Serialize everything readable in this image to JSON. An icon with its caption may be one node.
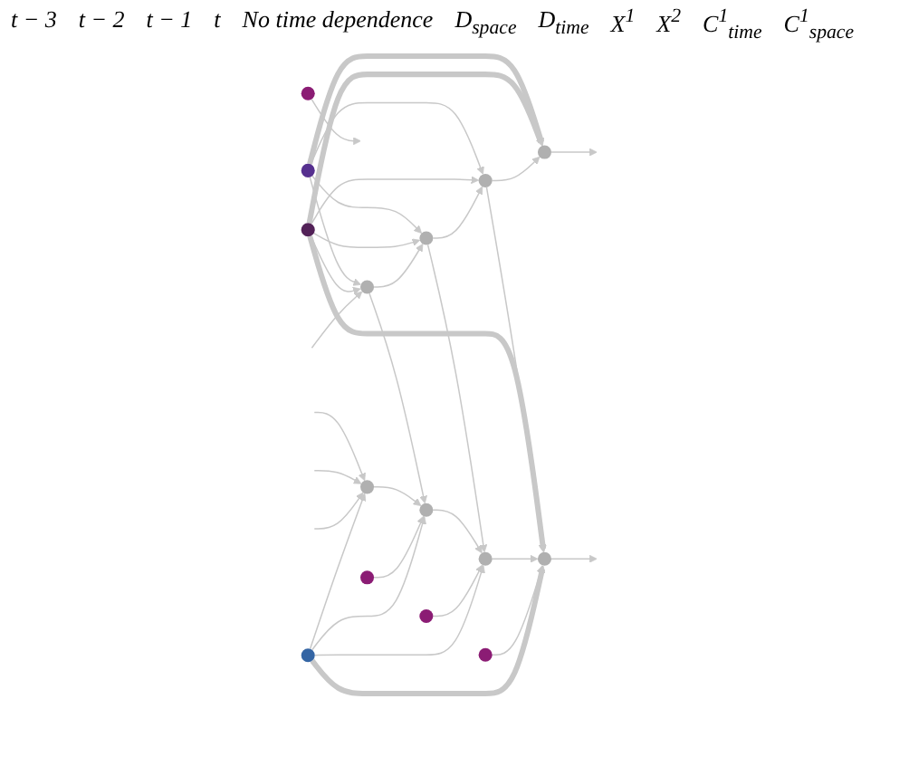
{
  "diagram": {
    "nodes": [
      {
        "text": [],
        "shape": "circle"
      },
      {
        "text": [],
        "shape": "circle"
      },
      {
        "text": [],
        "shape": "circle"
      },
      {
        "text": [],
        "shape": "circle"
      },
      {
        "text": [],
        "shape": "circle"
      },
      {
        "text": [],
        "shape": "circle"
      },
      {
        "text": [],
        "shape": "circle"
      },
      {
        "text": [],
        "shape": "circle"
      },
      {
        "text": [],
        "shape": "circle"
      },
      {
        "text": [],
        "shape": "circle"
      },
      {
        "text": [],
        "shape": "circle"
      },
      {
        "text": [],
        "shape": "circle"
      },
      {
        "text": [],
        "shape": "circle"
      },
      {
        "text": [],
        "shape": "circle"
      },
      {
        "text": [],
        "shape": "circle"
      }
    ],
    "edges": [
      {
        "from": 0,
        "to": 2,
        "arrow": "to"
      },
      {
        "from": 0,
        "to": 3,
        "arrow": "to"
      },
      {
        "from": 0,
        "to": 4,
        "arrow": "to"
      },
      {
        "from": 0,
        "to": 5,
        "arrow": "to",
        "style": "thick"
      },
      {
        "from": 1,
        "to": 2,
        "arrow": "to"
      },
      {
        "from": 1,
        "to": 3,
        "arrow": "to"
      },
      {
        "from": 1,
        "to": 4,
        "arrow": "to"
      },
      {
        "from": 1,
        "to": 5,
        "arrow": "to",
        "style": "thick"
      },
      {
        "from": 1,
        "to": 9,
        "arrow": "to",
        "style": "thick"
      },
      {
        "from": null,
        "to": 2,
        "arrow": "to"
      },
      {
        "from": 2,
        "to": 3,
        "arrow": "to"
      },
      {
        "from": 3,
        "to": 4,
        "arrow": "to"
      },
      {
        "from": 4,
        "to": 5,
        "arrow": "to"
      },
      {
        "from": 5,
        "to": null,
        "arrow": "to"
      },
      {
        "from": 2,
        "to": 7,
        "arrow": "to"
      },
      {
        "from": 3,
        "to": 8,
        "arrow": "to"
      },
      {
        "from": 4,
        "to": 9,
        "arrow": "to"
      },
      {
        "from": null,
        "to": 6,
        "arrow": "to"
      },
      {
        "from": null,
        "to": 6,
        "arrow": "to"
      },
      {
        "from": null,
        "to": 6,
        "arrow": "to"
      },
      {
        "from": 6,
        "to": 7,
        "arrow": "to"
      },
      {
        "from": 7,
        "to": 8,
        "arrow": "to"
      },
      {
        "from": 8,
        "to": 9,
        "arrow": "to"
      },
      {
        "from": 9,
        "to": null,
        "arrow": "to"
      },
      {
        "from": 10,
        "to": 7,
        "arrow": "to"
      },
      {
        "from": 11,
        "to": 8,
        "arrow": "to"
      },
      {
        "from": 12,
        "to": 9,
        "arrow": "to"
      },
      {
        "from": 13,
        "to": null,
        "arrow": "to"
      },
      {
        "from": 14,
        "to": 6,
        "arrow": "to"
      },
      {
        "from": 14,
        "to": 7,
        "arrow": "to"
      },
      {
        "from": 14,
        "to": 8,
        "arrow": "to"
      },
      {
        "from": 14,
        "to": 9,
        "arrow": "to",
        "style": "thick"
      }
    ],
    "labels": [
      "t − 3",
      "t − 2",
      "t − 1",
      "t",
      "No time dependence",
      "D$_{space}$",
      "D$_{time}$",
      "X$^{1}$",
      "X$^{2}$",
      "C$^{1}$$_{time}$",
      "C$^{1}$$_{space}$"
    ]
  }
}
